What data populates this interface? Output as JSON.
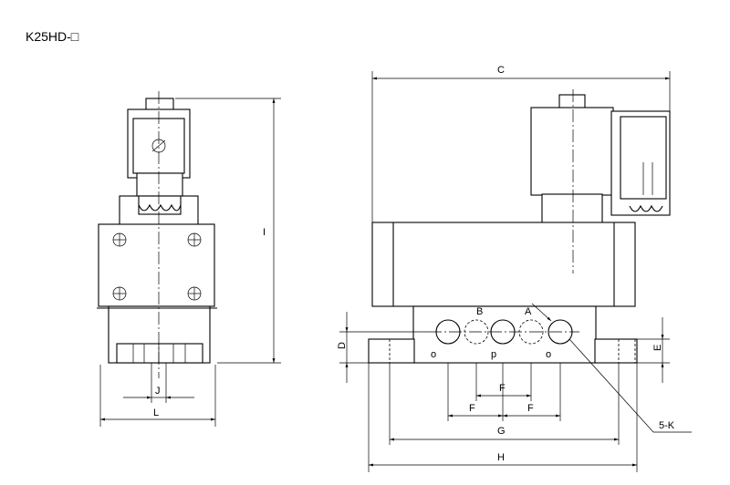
{
  "title": "K25HD-□",
  "dimension_labels": {
    "C": "C",
    "I": "I",
    "J": "J",
    "L": "L",
    "D": "D",
    "E": "E",
    "F": "F",
    "G": "G",
    "H": "H",
    "K": "5-K"
  },
  "port_labels": {
    "B": "B",
    "A": "A",
    "P": "p",
    "O1": "o",
    "O2": "o"
  }
}
